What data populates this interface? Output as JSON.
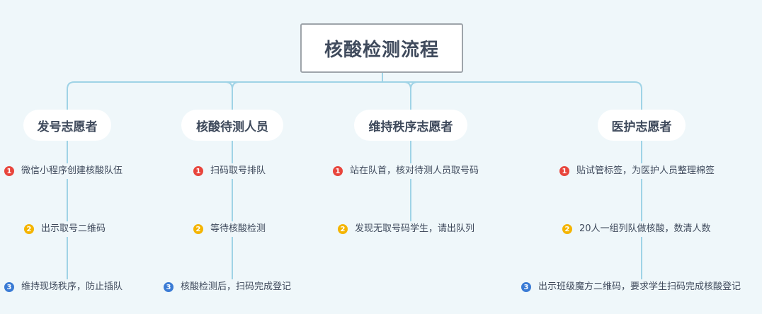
{
  "root": {
    "title": "核酸检测流程"
  },
  "badge_colors": {
    "1": "#e8453c",
    "2": "#f4b400",
    "3": "#3a7bd5"
  },
  "line_color": "#9fd3e6",
  "branches": [
    {
      "label": "发号志愿者",
      "items": [
        {
          "badge": "1",
          "text": "微信小程序创建核酸队伍"
        },
        {
          "badge": "2",
          "text": "出示取号二维码"
        },
        {
          "badge": "3",
          "text": "维持现场秩序，防止插队"
        }
      ]
    },
    {
      "label": "核酸待测人员",
      "items": [
        {
          "badge": "1",
          "text": "扫码取号排队"
        },
        {
          "badge": "2",
          "text": "等待核酸检测"
        },
        {
          "badge": "3",
          "text": "核酸检测后，扫码完成登记"
        }
      ]
    },
    {
      "label": "维持秩序志愿者",
      "items": [
        {
          "badge": "1",
          "text": "站在队首，核对待测人员取号码"
        },
        {
          "badge": "2",
          "text": "发现无取号码学生，请出队列"
        }
      ]
    },
    {
      "label": "医护志愿者",
      "items": [
        {
          "badge": "1",
          "text": "贴试管标签，为医护人员整理棉签"
        },
        {
          "badge": "2",
          "text": "20人一组列队做核酸，数清人数"
        },
        {
          "badge": "3",
          "text": "出示班级魔方二维码，要求学生扫码完成核酸登记"
        }
      ]
    }
  ]
}
